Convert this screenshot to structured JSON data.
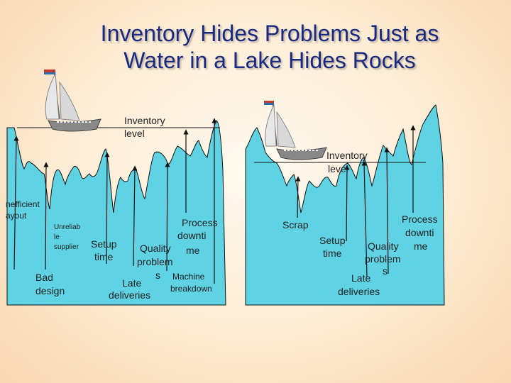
{
  "title": {
    "line1": "Inventory Hides Problems Just as",
    "line2": "Water in a Lake Hides Rocks"
  },
  "colors": {
    "title": "#1a2a80",
    "water": "#5fd2e4",
    "outline": "#111111",
    "background": "#fdebd3"
  },
  "left_lake": {
    "inventory_label_1": "Inventory",
    "inventory_label_2": "level",
    "labels": {
      "inefficient_1": "nefficient",
      "inefficient_2": "ayout",
      "unreliable_1": "Unreliab",
      "unreliable_2": "le",
      "unreliable_3": "supplier",
      "setup_1": "Setup",
      "setup_2": "time",
      "bad_design_1": "Bad",
      "bad_design_2": "design",
      "process_1": "Process",
      "process_2": "downti",
      "process_3": "me",
      "quality_1": "Quality",
      "quality_2": "problem",
      "quality_3": "s",
      "late_1": "Late",
      "late_2": "deliveries",
      "machine_1": "Machine",
      "machine_2": "breakdown"
    }
  },
  "right_lake": {
    "inventory_label_1": "Inventory",
    "inventory_label_2": "level",
    "labels": {
      "scrap": "Scrap",
      "setup_1": "Setup",
      "setup_2": "time",
      "process_1": "Process",
      "process_2": "downti",
      "process_3": "me",
      "quality_1": "Quality",
      "quality_2": "problem",
      "quality_3": "s",
      "late_1": "Late",
      "late_2": "deliveries"
    }
  }
}
